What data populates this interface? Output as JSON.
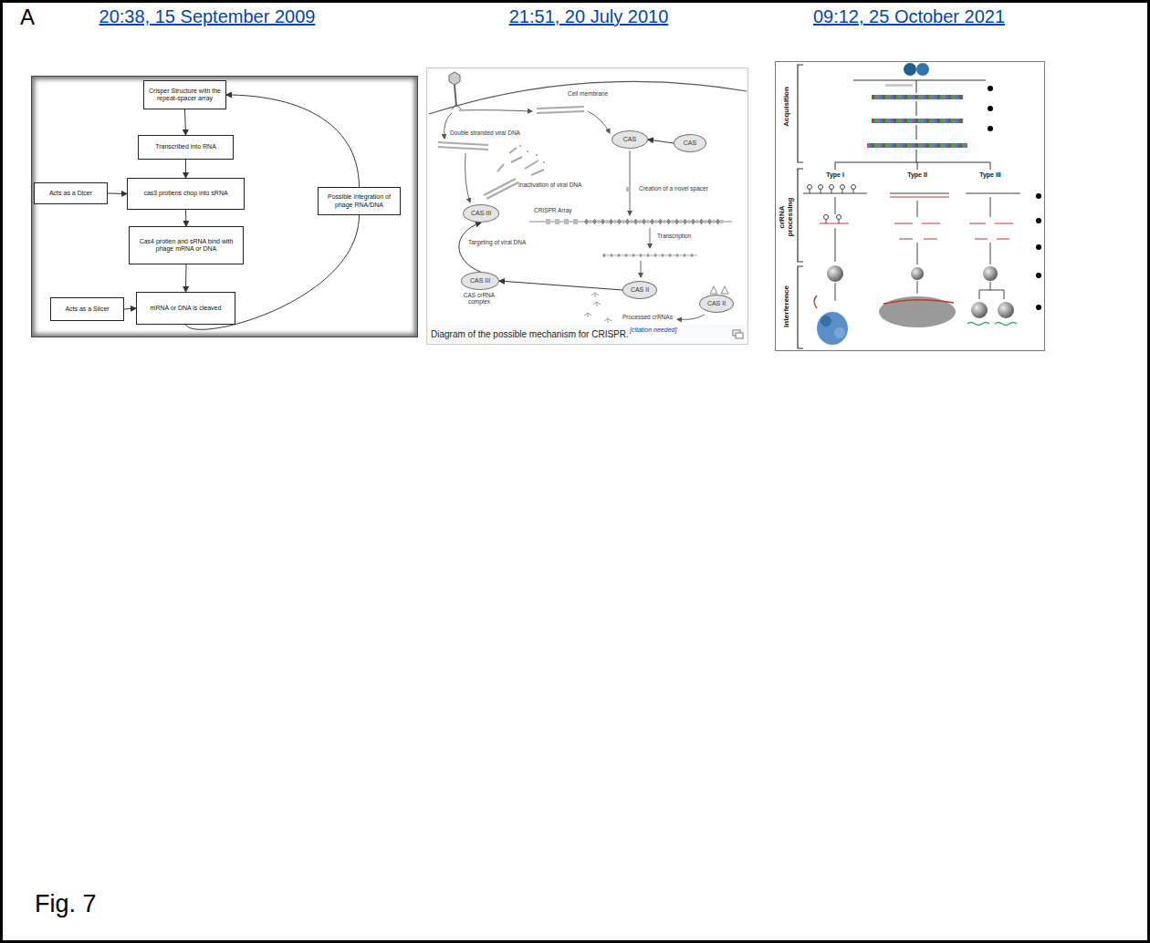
{
  "diagram": {
    "nodes": [
      {
        "text": [
          "Crisper Structure with the repeat-spacer array"
        ]
      },
      {
        "text": [
          "Transcribed into RNA"
        ]
      },
      {
        "text": [
          "cas3 protiens chop into sRNA"
        ]
      },
      {
        "text": [
          "Cas4 protien and sRNA bind with phage mRNA or DNA"
        ]
      },
      {
        "text": [
          "mRNA or DNA is cleaved"
        ]
      },
      {
        "text": [
          "Acts as a Dicer"
        ]
      },
      {
        "text": [
          "Acts as a Silcer"
        ]
      },
      {
        "text": [
          "Possible integration of phage RNA/DNA"
        ]
      },
      {
        "text": [
          "CAS"
        ]
      },
      {
        "text": [
          "CAS"
        ]
      },
      {
        "text": [
          "CAS III"
        ]
      },
      {
        "text": [
          "CAS II"
        ]
      },
      {
        "text": [
          "CAS III"
        ]
      },
      {
        "text": [
          "CAS II"
        ]
      }
    ],
    "edges": [
      {
        "from": 0,
        "to": 1,
        "arrow": "to"
      },
      {
        "from": 1,
        "to": 2,
        "arrow": "to"
      },
      {
        "from": 2,
        "to": 3,
        "arrow": "to"
      },
      {
        "from": 3,
        "to": 4,
        "arrow": "to"
      },
      {
        "from": 5,
        "to": 2,
        "arrow": "to"
      },
      {
        "from": 6,
        "to": 4,
        "arrow": "to"
      },
      {
        "from": 4,
        "to": 7,
        "arrow": "none"
      },
      {
        "from": 7,
        "to": 0,
        "arrow": "to"
      },
      {
        "from": 9,
        "to": 8,
        "arrow": "to"
      },
      {
        "from": 12,
        "to": 10,
        "label": "Targeting of viral DNA",
        "arrow": "to"
      },
      {
        "from": 11,
        "to": 12,
        "arrow": "to"
      }
    ],
    "labels": [
      "A",
      "20:38, 15 September 2009",
      "21:51, 20 July 2010",
      "09:12, 25 October 2021",
      "Cell membrane",
      "Double stranded viral DNA",
      "Inactivation of viral DNA",
      "Creation of a novel spacer",
      "CRISPR Array",
      "Transcription",
      "CAS crRNA complex",
      "Processed crRNAs",
      "Diagram of the possible mechanism for CRISPR.",
      "[citation needed]",
      "Acquisition",
      "crRNA processing",
      "Interference",
      "Type I",
      "Type II",
      "Type III",
      "Fig. 7"
    ]
  }
}
